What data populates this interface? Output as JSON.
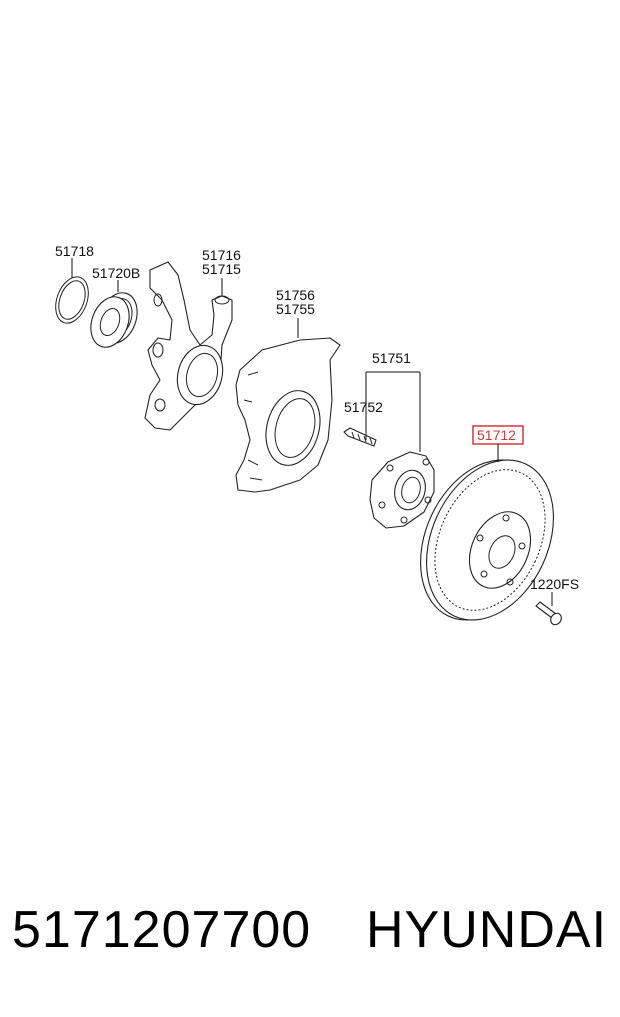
{
  "labels": {
    "circlip": "51718",
    "bearing": "51720B",
    "knuckle_1": "51716",
    "knuckle_2": "51715",
    "cover_1": "51756",
    "cover_2": "51755",
    "hub": "51751",
    "hub_bolt": "51752",
    "disc": "51712",
    "screw": "1220FS"
  },
  "highlight_color": "#d9343e",
  "footer": {
    "part_number": "5171207700",
    "brand": "HYUNDAI"
  }
}
